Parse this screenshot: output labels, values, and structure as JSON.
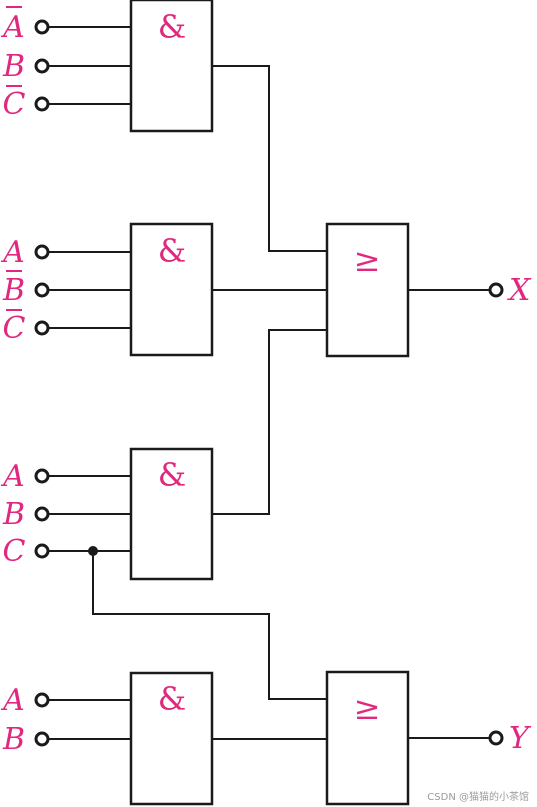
{
  "colors": {
    "label": "#e0297e",
    "line": "#1a1a1a",
    "background": "#ffffff"
  },
  "gates": {
    "and1": {
      "symbol": "&"
    },
    "and2": {
      "symbol": "&"
    },
    "and3": {
      "symbol": "&"
    },
    "and4": {
      "symbol": "&"
    },
    "or1": {
      "symbol": "≥"
    },
    "or2": {
      "symbol": "≥"
    }
  },
  "inputs": [
    {
      "id": "and1-a",
      "letter": "A",
      "negated": true
    },
    {
      "id": "and1-b",
      "letter": "B",
      "negated": false
    },
    {
      "id": "and1-c",
      "letter": "C",
      "negated": true
    },
    {
      "id": "and2-a",
      "letter": "A",
      "negated": false
    },
    {
      "id": "and2-b",
      "letter": "B",
      "negated": true
    },
    {
      "id": "and2-c",
      "letter": "C",
      "negated": true
    },
    {
      "id": "and3-a",
      "letter": "A",
      "negated": false
    },
    {
      "id": "and3-b",
      "letter": "B",
      "negated": false
    },
    {
      "id": "and3-c",
      "letter": "C",
      "negated": false
    },
    {
      "id": "and4-a",
      "letter": "A",
      "negated": false
    },
    {
      "id": "and4-b",
      "letter": "B",
      "negated": false
    }
  ],
  "outputs": [
    {
      "id": "out-x",
      "letter": "X"
    },
    {
      "id": "out-y",
      "letter": "Y"
    }
  ],
  "watermark": "CSDN @猫猫的小茶馆"
}
